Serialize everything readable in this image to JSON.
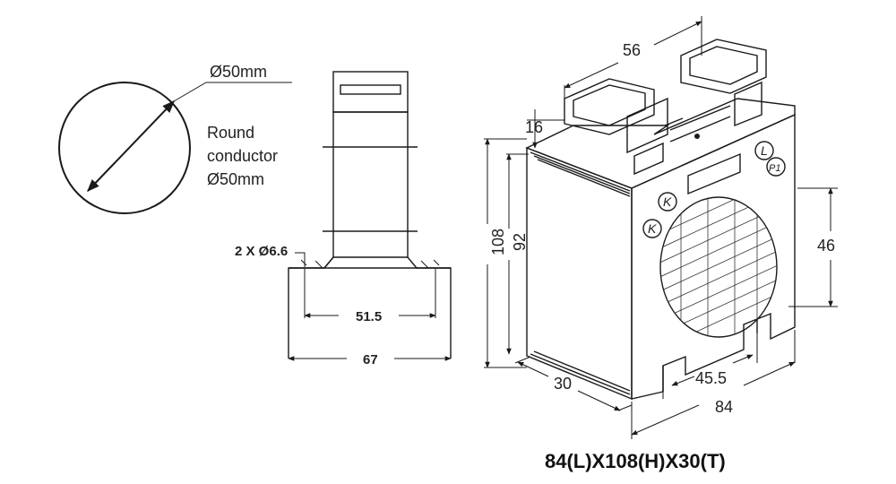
{
  "labels": {
    "diameter_top": "Ø50mm",
    "round_line1": "Round",
    "round_line2": "conductor",
    "round_line3": "Ø50mm",
    "holes": "2 X Ø6.6",
    "dim_51_5": "51.5",
    "dim_67": "67",
    "dim_56": "56",
    "dim_16": "16",
    "dim_108": "108",
    "dim_92": "92",
    "dim_46": "46",
    "dim_45_5": "45.5",
    "dim_30": "30",
    "dim_84": "84",
    "terminal_k1": "K",
    "terminal_k2": "K",
    "terminal_l": "L",
    "terminal_p1": "P1",
    "title": "84(L)X108(H)X30(T)"
  }
}
